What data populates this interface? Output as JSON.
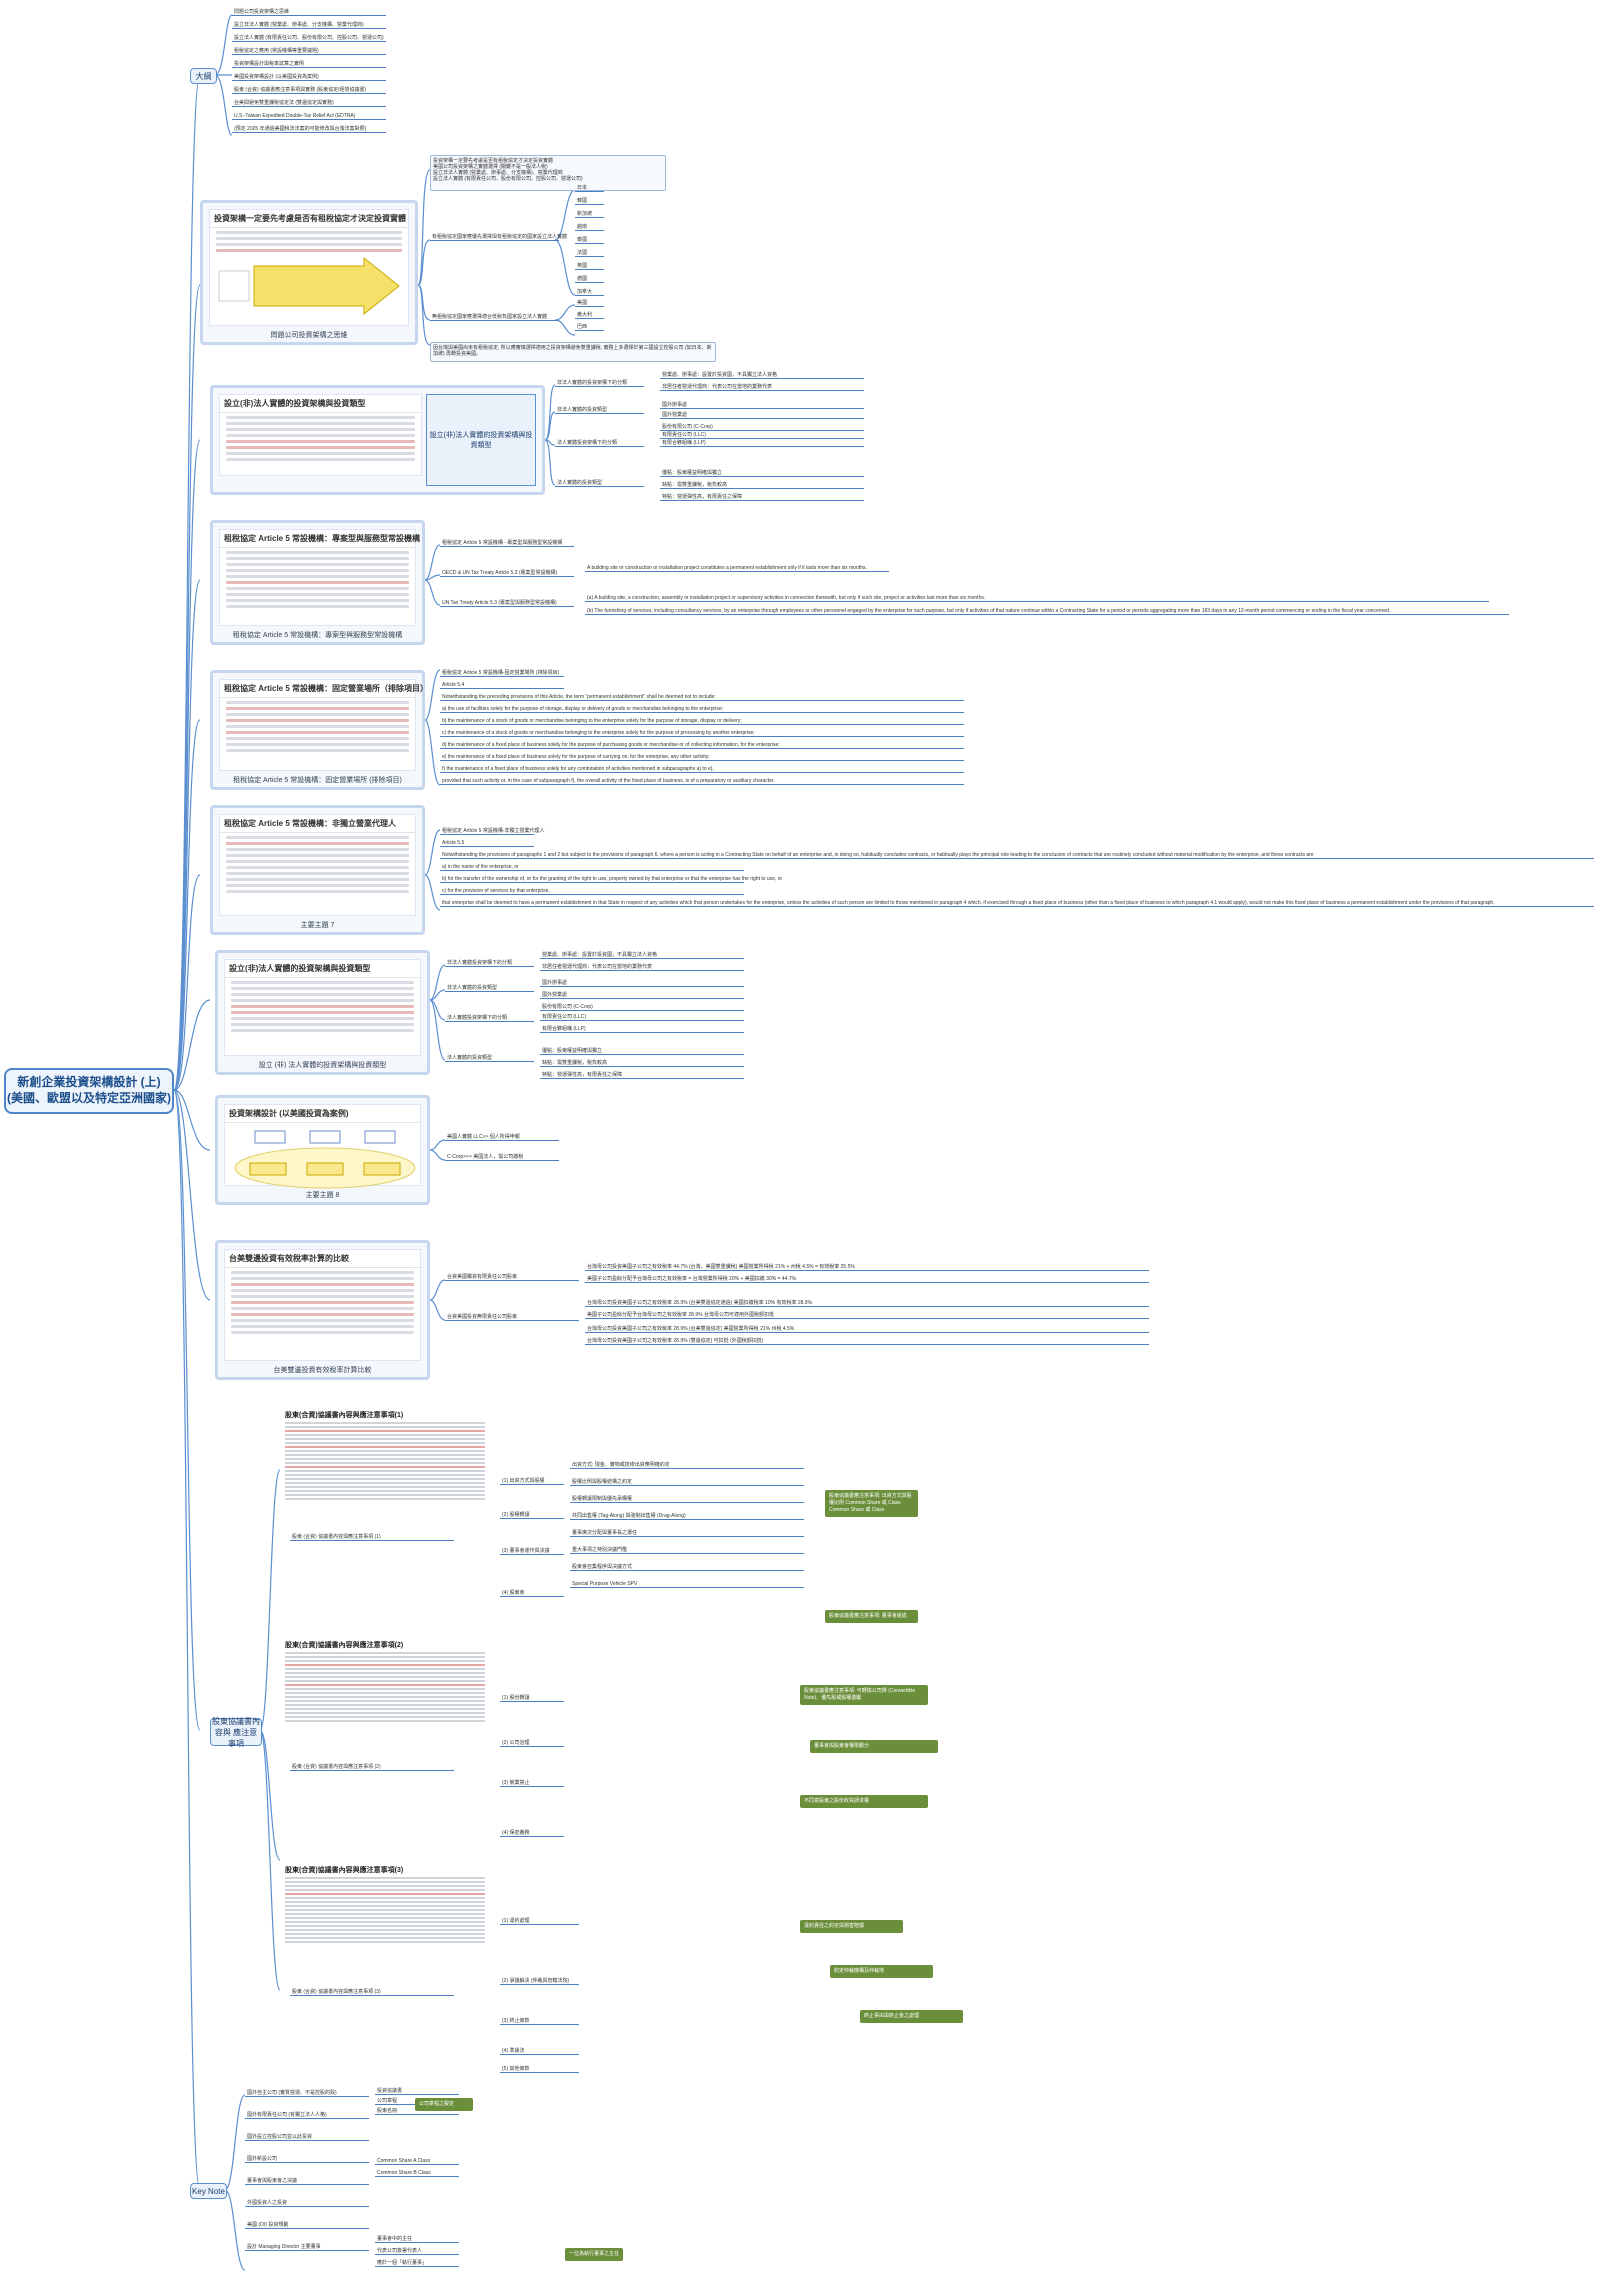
{
  "root": {
    "title_line1": "新創企業投資架構設計 (上)",
    "title_line2": "(美國、歐盟以及特定亞洲國家)"
  },
  "branches": {
    "outline": "大綱",
    "agreement": "股東協議書內容與 應注意事項",
    "keynote": "Key Note"
  },
  "outline_items": [
    "問題公司投資架構之思維",
    "設立非法人實體 (營業處、辦事處、分支機構、營業代理商)",
    "設立法人實體 (有限責任公司、股份有限公司、控股公司、營運公司)",
    "租稅協定之應用 (常設機構等重要議題)",
    "投資架構設計與稅率試算之實例",
    "美國投資架構設計 (以美國投資為案例)",
    "股東 (合資) 協議書應注意事項與實務 (股東協定/經營協議書)",
    "台美間避免雙重課稅協定法 (雙邊協定與實務)",
    "U.S.-Taiwan Expedited Double-Tax Relief Act (EDTRA)",
    "(預定 2025 年通過美國稅法法案的可能修改與台灣法案對照)"
  ],
  "slide1": {
    "title": "投資架構一定要先考慮是否有租稅協定才決定投資實體",
    "caption": "問題公司投資架構之思維",
    "right_head": [
      "投資架構一定要先考慮是否有租稅協定才決定投資實體",
      "美國公司投資架構之實體選擇 (關鍵不是一般法人稅)",
      "設立非法人實體 (營業處、辦事處、分支機構)、營業代理商",
      "設立法人實體 (有限責任公司、股份有限公司、控股公司、營運公司)"
    ],
    "mid": "有租稅協定國家應優先選擇與有租稅協定的國家設立法人實體",
    "countries": [
      "日本",
      "韓國",
      "新加坡",
      "越南",
      "泰國",
      "法國",
      "英國",
      "德國",
      "加拿大"
    ],
    "mid2": "無租稅協定國家應選擇適合低稅負國家設立法人實體",
    "mid2_items": [
      "美國",
      "義大利",
      "巴西"
    ],
    "note": "因台灣與美國尚未有租稅協定, 所以應審慎選擇適用之投資架構避免雙重課稅, 實務上多選擇於第三國設立控股公司 (如日本、新加坡) 再轉投資美國。"
  },
  "slide2": {
    "title": "設立(非)法人實體的投資架構與投資類型",
    "caption": "設立(非)法人實體的投資架構與投資類型",
    "nodes": [
      "非法人實體的投資架構下的分類",
      "非法人實體的投資類型",
      "法人實體投資架構下的分類",
      "法人實體的投資類型"
    ],
    "leaves": [
      "營業處、辦事處：設置於投資國，不具獨立法人資格",
      "非居住者營運代理商：代表公司在當地的業務代表",
      "國外辦事處",
      "國外營業處",
      "股份有限公司 (C-Corp)",
      "有限責任公司 (LLC)",
      "有限合夥組織 (LLP)",
      "優點：股東權益明確與獨立",
      "缺點：需雙重課稅，稅負較高",
      "特點：營運彈性高，有限責任之保障"
    ]
  },
  "slide3": {
    "title": "租稅協定 Article 5 常設機構：專案型與服務型常設機構",
    "caption": "租稅協定 Article 5 常設機構：專案型與服務型常設機構",
    "n1": "租稅協定 Article 5 常設機構 - 專案型與服務型常設機構",
    "n2": "OECD & UN Tax Treaty Article 5.3 (專案型常設機構)",
    "n3": "UN Tax Treaty Article 5.3 (專案型與服務型常設機構)",
    "t1": "A building site or construction or installation project constitutes a permanent establishment only if it lasts more than six months.",
    "t2": "(b) The furnishing of services, including consultancy services, by an enterprise through employees or other personnel engaged by the enterprise for such purpose, but only if activities of that nature continue within a Contracting State for a period or periods aggregating more than 183 days in any 12-month period commencing or ending in the fiscal year concerned.",
    "t3": "(a) A building site, a construction, assembly or installation project or supervisory activities in connection therewith, but only if such site, project or activities last more than six months."
  },
  "slide4": {
    "title": "租稅協定 Article 5 常設機構：固定營業場所（排除項目）",
    "caption": "租稅協定 Article 5 常設機構：固定營業場所 (排除項目)",
    "lines": [
      "租稅協定 Article 5 常設機構-固定營業場所 (排除項目)",
      "Article 5.4",
      "Notwithstanding the preceding provisions of this Article, the term \"permanent establishment\" shall be deemed not to include:",
      "a) the use of facilities solely for the purpose of storage, display or delivery of goods or merchandise belonging to the enterprise;",
      "b) the maintenance of a stock of goods or merchandise belonging to the enterprise solely for the purpose of storage, display or delivery;",
      "c) the maintenance of a stock of goods or merchandise belonging to the enterprise solely for the purpose of processing by another enterprise;",
      "d) the maintenance of a fixed place of business solely for the purpose of purchasing goods or merchandise or of collecting information, for the enterprise;",
      "e) the maintenance of a fixed place of business solely for the purpose of carrying on, for the enterprise, any other activity;",
      "f) the maintenance of a fixed place of business solely for any combination of activities mentioned in subparagraphs a) to e),",
      "provided that such activity or, in the case of subparagraph f), the overall activity of the fixed place of business, is of a preparatory or auxiliary character."
    ]
  },
  "slide5": {
    "title": "租稅協定 Article 5 常設機構：非獨立營業代理人",
    "caption": "主要主題 7",
    "lines": [
      "租稅協定 Article 5 常設機構-非獨立營業代理人",
      "Article 5.5",
      "Notwithstanding the provisions of paragraphs 1 and 2 but subject to the provisions of paragraph 6, where a person is acting in a Contracting State on behalf of an enterprise and, in doing so, habitually concludes contracts, or habitually plays the principal role leading to the conclusion of contracts that are routinely concluded without material modification by the enterprise, and these contracts are",
      "a) in the name of the enterprise, or",
      "b) for the transfer of the ownership of, or for the granting of the right to use, property owned by that enterprise or that the enterprise has the right to use, or",
      "c) for the provision of services by that enterprise,",
      "that enterprise shall be deemed to have a permanent establishment in that State in respect of any activities which that person undertakes for the enterprise, unless the activities of such person are limited to those mentioned in paragraph 4 which, if exercised through a fixed place of business (other than a fixed place of business to which paragraph 4.1 would apply), would not make this fixed place of business a permanent establishment under the provisions of that paragraph."
    ]
  },
  "slide6": {
    "title": "設立(非)法人實體的投資架構與投資類型",
    "caption": "設立 (非) 法人實體的投資架構與投資類型",
    "nodes": [
      "非法人實體投資架構下的分類",
      "非法人實體的投資類型",
      "法人實體投資架構下的分類",
      "法人實體的投資類型"
    ],
    "leaves": [
      "營業處、辦事處：設置於投資國，不具獨立法人資格",
      "非居住者營運代理商：代表公司在當地的業務代表",
      "國外辦事處",
      "國外營業處",
      "股份有限公司 (C-Corp)",
      "有限責任公司 (LLC)",
      "有限合夥組織 (LLP)",
      "優點：股東權益明確與獨立",
      "缺點：需雙重課稅，稅負較高",
      "特點：營運彈性高，有限責任之保障"
    ]
  },
  "slide7": {
    "title": "投資架構設計 (以美國投資為案例)",
    "caption": "主要主題 8",
    "leaves": [
      "美國人實體 LLC>> 個人所得申報",
      "C-Corp>>> 美國法人，需公司繳稅"
    ]
  },
  "slide8": {
    "title": "台美雙邊投資有效稅率計算的比較",
    "caption": "台美雙邊投資有效稅率計算比較",
    "nodes": [
      "台資美國獨資有限責任公司股東",
      "台資美國投資無限責任公司股東"
    ],
    "leaves": [
      "台灣母公司投資美國子公司之有效稅率 44.7% (台灣、美國雙重課稅) 美國營業所得稅 21% + 州稅 4.5% = 有效稅率 25.5%",
      "美國子公司盈餘分配予台灣母公司之有效稅率 = 台灣營業所得稅 20% + 美國扣繳 30% = 44.7%",
      "台灣母公司投資美國子公司之有效稅率 28.9% (台美雙邊協定通過) 美國扣繳稅率 10% 有效稅率 28.9%",
      "美國子公司盈餘分配予台灣母公司之有效稅率 28.9% 台灣母公司可適用外國稅額扣抵",
      "台灣母公司投資美國子公司之有效稅率 28.9% (台美雙邊協定) 美國營業所得稅 21% 州稅 4.5%",
      "台灣母公司投資美國子公司之有效稅率 28.9% (雙邊協定) 可扣抵 (外國稅額扣抵)"
    ]
  },
  "agreement_docs": [
    {
      "title": "股東(合資)協議書內容與應注意事項(1)",
      "caption": "股東 (合資) 協議書內容與應注意事項 (1)"
    },
    {
      "title": "股東(合資)協議書內容與應注意事項(2)",
      "caption": "股東 (合資) 協議書內容與應注意事項 (2)"
    },
    {
      "title": "股東(合資)協議書內容與應注意事項(3)",
      "caption": "股東 (合資) 協議書內容與應注意事項 (3)"
    }
  ],
  "agreement_nodes_1": [
    "(1) 出資方式與股權",
    "(2) 股權轉讓",
    "(3) 董事會運作與決議",
    "(4) 股東會"
  ],
  "agreement_leaves_1": [
    "出資方式: 現金、實物或技術出資應明確約定",
    "股權比例與股權結構之約定",
    "股權轉讓限制與優先承購權",
    "共同出售權 (Tag-Along) 與強制出售權 (Drag-Along)",
    "董事席次分配與董事長之選任",
    "重大事項之特別決議門檻",
    "股東會召集程序與決議方式",
    "Special Purpose Vehicle SPV"
  ],
  "agreement_green_1": [
    "股東協議書應注意事項: 出資方式與股權比例 Common Share 或 Class Common Share 或 Class",
    "股東協議書應注意事項: 董事會組成"
  ],
  "agreement_nodes_2": [
    "(1) 股份轉讓",
    "(2) 公司治理",
    "(3) 競業禁止",
    "(4) 保密義務"
  ],
  "agreement_green_2": [
    "股東協議書應注意事項: 可轉換公司債 (Convertible Note)、優先股或股權激勵",
    "董事會與股東會權限劃分",
    "不同意股東之股份收買請求權"
  ],
  "agreement_nodes_3": [
    "(1) 違約處理",
    "(2) 爭議解決 (仲裁與管轄法院)",
    "(3) 終止條款",
    "(4) 準據法",
    "(5) 其他條款"
  ],
  "agreement_green_3": [
    "違約責任之約定與損害賠償",
    "約定仲裁機構及仲裁地",
    "終止事由與終止後之處理"
  ],
  "keynote_items": [
    "國外自主公司 (實質營運、不是控股的殼)",
    "國外有限責任公司 (有獨立法人人格)",
    "國外設立控股公司並以此投資",
    "國外新設公司",
    "董事會與股東會之決議",
    "外國投資人之投資",
    "美國 (OI) 投資規劃",
    "設計 Managing Director 主要董事"
  ],
  "keynote_leaves": [
    "投資協議書",
    "公司章程",
    "股東名冊",
    "Common Share A Class",
    "Common Share B Class",
    "董事會中的主任",
    "代表公司簽署代表人",
    "應於一個「執行董事」"
  ],
  "keynote_green": [
    "公司章程之擬定",
    "一位為執行董事之主任"
  ]
}
